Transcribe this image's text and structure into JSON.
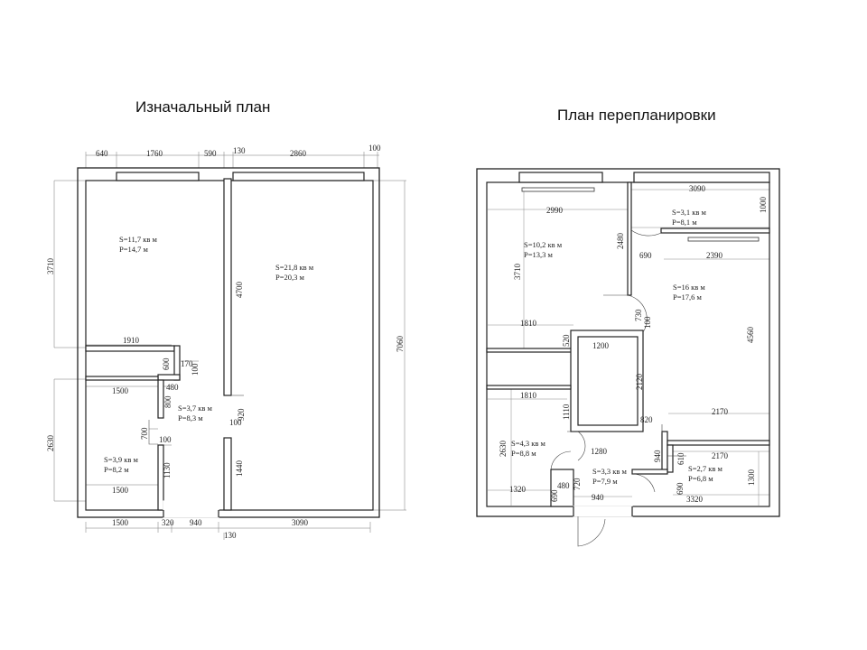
{
  "titles": {
    "original": "Изначальный план",
    "redesign": "План перепланировки"
  },
  "original": {
    "dims": {
      "top_640": "640",
      "top_1760": "1760",
      "top_590": "590",
      "top_130": "130",
      "top_2860": "2860",
      "top_100": "100",
      "left_3710": "3710",
      "left_2630": "2630",
      "right_7060": "7060",
      "d_4700": "4700",
      "d_1910": "1910",
      "d_600": "600",
      "d_170": "170",
      "d_100a": "100",
      "d_1500a": "1500",
      "d_480": "480",
      "d_800": "800",
      "d_700": "700",
      "d_100b": "100",
      "d_920": "920",
      "d_100c": "100",
      "d_1130": "1130",
      "d_1500b": "1500",
      "d_1440": "1440",
      "bot_1500": "1500",
      "bot_320": "320",
      "bot_940": "940",
      "bot_3090": "3090",
      "bot_130": "130"
    },
    "rooms": {
      "r1_s": "S=11,7 кв м",
      "r1_p": "P=14,7 м",
      "r2_s": "S=21,8 кв м",
      "r2_p": "P=20,3 м",
      "r3_s": "S=3,7 кв м",
      "r3_p": "P=8,3 м",
      "r4_s": "S=3,9 кв м",
      "r4_p": "P=8,2 м"
    }
  },
  "redesign": {
    "dims": {
      "d_3090": "3090",
      "d_1000": "1000",
      "d_2990": "2990",
      "d_2480": "2480",
      "d_3710": "3710",
      "d_690a": "690",
      "d_2390": "2390",
      "d_730": "730",
      "d_100": "100",
      "d_4560": "4560",
      "d_1810a": "1810",
      "d_520": "520",
      "d_1200": "1200",
      "d_2120": "2120",
      "d_1810b": "1810",
      "d_1110": "1110",
      "d_820": "820",
      "d_2170a": "2170",
      "d_2630": "2630",
      "d_1280": "1280",
      "d_940a": "940",
      "d_610": "610",
      "d_2170b": "2170",
      "d_720": "720",
      "d_1300": "1300",
      "d_1320": "1320",
      "d_480": "480",
      "d_690b": "690",
      "d_940b": "940",
      "d_690c": "690",
      "d_3320": "3320"
    },
    "rooms": {
      "r1_s": "S=10,2 кв м",
      "r1_p": "P=13,3 м",
      "r2_s": "S=3,1 кв м",
      "r2_p": "P=8,1 м",
      "r3_s": "S=16 кв м",
      "r3_p": "P=17,6 м",
      "r4_s": "S=4,3 кв м",
      "r4_p": "P=8,8 м",
      "r5_s": "S=3,3 кв м",
      "r5_p": "P=7,9 м",
      "r6_s": "S=2,7 кв м",
      "r6_p": "P=6,8 м"
    }
  }
}
